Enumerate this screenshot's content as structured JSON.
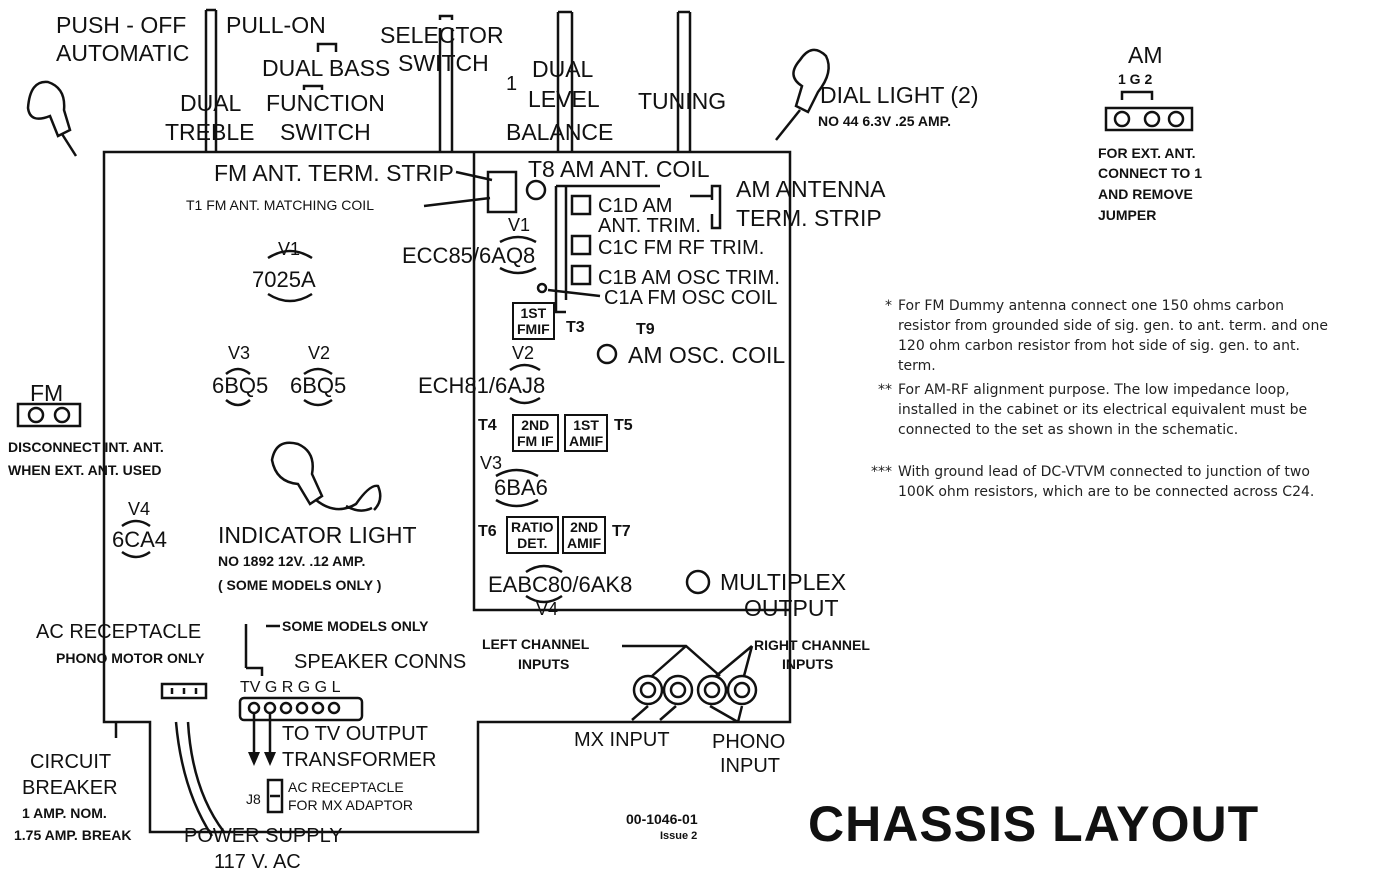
{
  "title": "CHASSIS LAYOUT",
  "drawing_number": "00-1046-01",
  "issue": "Issue 2",
  "controls": {
    "push_off": "PUSH - OFF",
    "automatic": "AUTOMATIC",
    "pull_on": "PULL-ON",
    "dual_bass": "DUAL BASS",
    "dual_treble_1": "DUAL",
    "dual_treble_2": "TREBLE",
    "function_1": "FUNCTION",
    "function_2": "SWITCH",
    "selector_1": "SELECTOR",
    "selector_2": "SWITCH",
    "one_mark": "1",
    "dual_level_1": "DUAL",
    "dual_level_2": "LEVEL",
    "balance": "BALANCE",
    "tuning": "TUNING"
  },
  "dial_light": {
    "label": "DIAL LIGHT (2)",
    "spec": "NO 44  6.3V .25 AMP."
  },
  "am_ext": {
    "title": "AM",
    "terminals": "1  G  2",
    "note_1": "FOR EXT. ANT.",
    "note_2": "CONNECT TO 1",
    "note_3": "AND REMOVE",
    "note_4": "JUMPER"
  },
  "fm_ant_strip": "FM ANT. TERM. STRIP",
  "t1_coil": "T1  FM ANT. MATCHING COIL",
  "t8_coil": "T8 AM ANT. COIL",
  "am_ant_strip_1": "AM ANTENNA",
  "am_ant_strip_2": "TERM. STRIP",
  "trimmers": {
    "c1d_1": "C1D AM",
    "c1d_2": "ANT. TRIM.",
    "c1c": "C1C FM RF TRIM.",
    "c1b": "C1B AM OSC TRIM.",
    "c1a": "C1A FM OSC COIL"
  },
  "tubes": {
    "v1_main_label": "V1",
    "v1_main": "7025A",
    "v3_left_label": "V3",
    "v3_left": "6BQ5",
    "v2_left_label": "V2",
    "v2_left": "6BQ5",
    "v1_rf_label": "V1",
    "v1_rf": "ECC85/6AQ8",
    "v2_mix_label": "V2",
    "v2_mix": "ECH81/6AJ8",
    "v3_if_label": "V3",
    "v3_if": "6BA6",
    "v4_det": "EABC80/6AK8",
    "v4_det_label": "V4",
    "v4_rect_label": "V4",
    "v4_rect": "6CA4"
  },
  "transformers": {
    "t3_box_1": "1ST",
    "t3_box_2": "FMIF",
    "t3": "T3",
    "t9": "T9",
    "am_osc": "AM  OSC. COIL",
    "t4": "T4",
    "t4_box_1": "2ND",
    "t4_box_2": "FM IF",
    "t5_box_1": "1ST",
    "t5_box_2": "AMIF",
    "t5": "T5",
    "t6": "T6",
    "t6_box_1": "RATIO",
    "t6_box_2": "DET.",
    "t7_box_1": "2ND",
    "t7_box_2": "AMIF",
    "t7": "T7"
  },
  "fm_ext": {
    "title": "FM",
    "note_1": "DISCONNECT INT. ANT.",
    "note_2": "WHEN EXT. ANT. USED"
  },
  "indicator": {
    "label": "INDICATOR  LIGHT",
    "spec": "NO 1892  12V.  .12 AMP.",
    "models": "( SOME MODELS ONLY )"
  },
  "multiplex_1": "MULTIPLEX",
  "multiplex_2": "OUTPUT",
  "ac_receptacle": "AC RECEPTACLE",
  "phono_motor": "PHONO MOTOR ONLY",
  "some_models": "SOME MODELS ONLY",
  "speaker_conns": "SPEAKER CONNS",
  "speaker_terms": "TV G  R G G  L",
  "left_inputs_1": "LEFT CHANNEL",
  "left_inputs_2": "INPUTS",
  "right_inputs_1": "RIGHT CHANNEL",
  "right_inputs_2": "INPUTS",
  "tv_output_1": "TO TV OUTPUT",
  "tv_output_2": "TRANSFORMER",
  "j8": "J8",
  "j8_desc_1": "AC RECEPTACLE",
  "j8_desc_2": "FOR MX ADAPTOR",
  "mx_input": "MX INPUT",
  "phono_input_1": "PHONO",
  "phono_input_2": "INPUT",
  "circuit_breaker_1": "CIRCUIT",
  "circuit_breaker_2": "BREAKER",
  "breaker_nom": "1 AMP. NOM.",
  "breaker_break": "1.75 AMP. BREAK",
  "power_supply": "POWER SUPPLY",
  "ac_supply": "117 V. AC",
  "notes": [
    {
      "mark": "*",
      "text": "For FM Dummy antenna connect one 150 ohms carbon resistor from grounded side of sig. gen. to ant. term. and one 120 ohm carbon resistor from hot side of sig. gen. to ant. term."
    },
    {
      "mark": "**",
      "text": "For AM-RF alignment purpose.  The low impedance loop, installed in the cabinet or its electrical equivalent must be connected to the set as shown in the schematic."
    },
    {
      "mark": "***",
      "text": "With ground lead of DC-VTVM connected to junction of two 100K ohm resistors, which are to be connected across C24."
    }
  ]
}
